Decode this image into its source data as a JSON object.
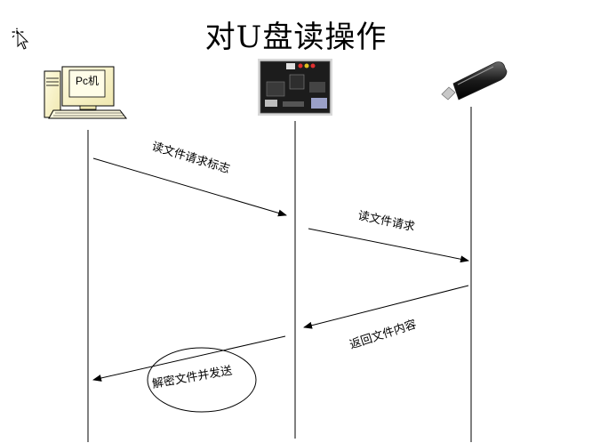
{
  "title": "对U盘读操作",
  "participants": {
    "pc": {
      "label": "Pc机",
      "icon": "pc-icon"
    },
    "board": {
      "icon": "dev-board-icon"
    },
    "usb": {
      "icon": "usb-drive-icon"
    }
  },
  "messages": [
    {
      "from": "pc",
      "to": "board",
      "label": "读文件请求标志"
    },
    {
      "from": "board",
      "to": "usb",
      "label": "读文件请求"
    },
    {
      "from": "usb",
      "to": "board",
      "label": "返回文件内容"
    },
    {
      "from": "board",
      "to": "pc",
      "label": "解密文件并发送"
    }
  ],
  "cursor_icon": "move-cursor-icon"
}
